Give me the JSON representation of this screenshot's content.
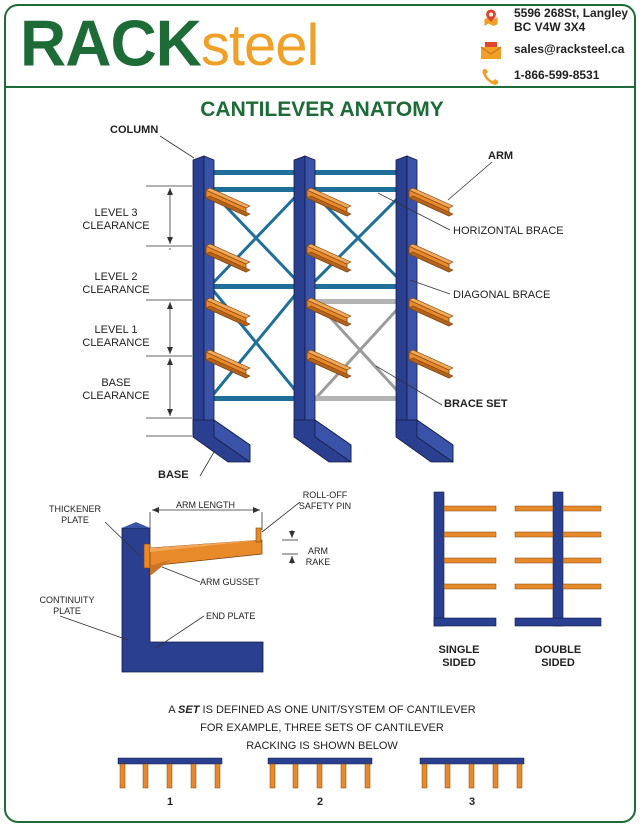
{
  "brand": {
    "name_part1": "RACK",
    "name_part2": "steel",
    "green": "#1d6b36",
    "orange": "#f0a027"
  },
  "contact": {
    "address_line1": "5596 268St, Langley",
    "address_line2": "BC V4W 3X4",
    "email": "sales@racksteel.ca",
    "phone": "1-866-599-8531",
    "icons": [
      "map-pin-icon",
      "email-icon",
      "phone-icon"
    ]
  },
  "title": "CANTILEVER ANATOMY",
  "anatomy": {
    "column": "COLUMN",
    "arm": "ARM",
    "horizontal_brace": "HORIZONTAL BRACE",
    "diagonal_brace": "DIAGONAL BRACE",
    "brace_set": "BRACE SET",
    "base": "BASE",
    "level3_a": "LEVEL 3",
    "level3_b": "CLEARANCE",
    "level2_a": "LEVEL 2",
    "level2_b": "CLEARANCE",
    "level1_a": "LEVEL 1",
    "level1_b": "CLEARANCE",
    "base_clear_a": "BASE",
    "base_clear_b": "CLEARANCE"
  },
  "detail": {
    "thickener_a": "THICKENER",
    "thickener_b": "PLATE",
    "arm_length": "ARM LENGTH",
    "rolloff_a": "ROLL-OFF",
    "rolloff_b": "SAFETY PIN",
    "arm_rake_a": "ARM",
    "arm_rake_b": "RAKE",
    "arm_gusset": "ARM GUSSET",
    "continuity_a": "CONTINUITY",
    "continuity_b": "PLATE",
    "end_plate": "END PLATE"
  },
  "types": {
    "single_a": "SINGLE",
    "single_b": "SIDED",
    "double_a": "DOUBLE",
    "double_b": "SIDED"
  },
  "sets": {
    "line1_pre": "A ",
    "line1_em": "SET",
    "line1_post": " IS DEFINED AS ONE UNIT/SYSTEM OF CANTILEVER",
    "line2": "FOR EXAMPLE, THREE SETS OF CANTILEVER",
    "line3": "RACKING IS SHOWN BELOW",
    "labels": [
      "1",
      "2",
      "3"
    ]
  },
  "colors": {
    "column_blue": "#2a3f8f",
    "brace_blue": "#1f6f9a",
    "arm_orange": "#e8892a",
    "brace_set_grey": "#9c9c9c"
  }
}
